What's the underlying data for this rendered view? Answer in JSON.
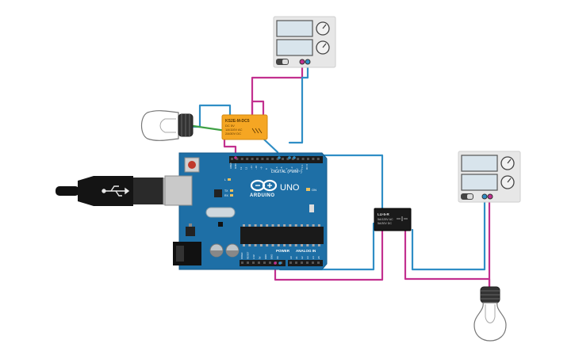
{
  "colors": {
    "wire_magenta": "#c2308f",
    "wire_blue": "#2f8ec6",
    "wire_green": "#3ea045",
    "board_blue": "#1e6fa6",
    "relay_orange": "#f5a623",
    "psu_body": "#e4e4e4",
    "psu_display": "#d9e6ee"
  },
  "relay_top": {
    "model": "KS2E-M-DC5",
    "spec_line1": "DC 5V",
    "spec_line2": "1A/110V AC",
    "spec_line3": "2A/30V DC"
  },
  "relay_mid": {
    "model": "LU-5-R",
    "spec_line1": "5A/125V AC",
    "spec_line2": "5A/30V DC"
  },
  "arduino": {
    "brand": "ARDUINO",
    "model": "UNO",
    "digital_label": "DIGITAL (PWM~)",
    "power_label": "POWER",
    "analog_label": "ANALOG IN",
    "on_label": "ON",
    "tx_label": "TX",
    "rx_label": "RX",
    "l_label": "L",
    "aref_label": "AREF",
    "gnd_label": "GND",
    "digital_pins": [
      "13",
      "12",
      "~11",
      "~10",
      "~9",
      "8",
      "7",
      "~6",
      "~5",
      "4",
      "~3",
      "2",
      "TX 1",
      "RX 0"
    ],
    "power_pins": [
      "IOREF",
      "RESET",
      "3.3V",
      "5V",
      "GND",
      "GND",
      "Vin"
    ],
    "analog_pins": [
      "A0",
      "A1",
      "A2",
      "A3",
      "A4",
      "A5"
    ]
  },
  "psu": {
    "power_icon": "power-toggle-icon"
  }
}
